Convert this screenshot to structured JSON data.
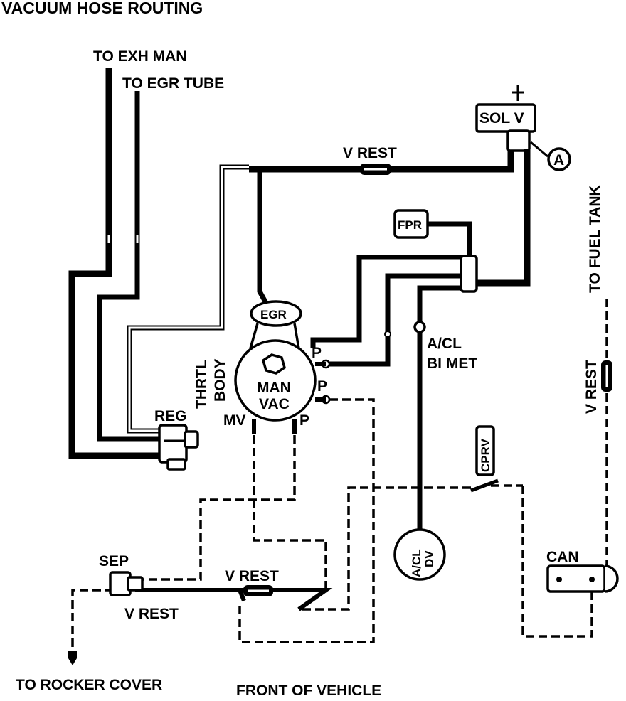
{
  "title": "VACUUM HOSE ROUTING",
  "labels": {
    "to_exh_man": "TO EXH MAN",
    "to_egr_tube": "TO EGR TUBE",
    "sol_v": "SOL V",
    "a_marker": "A",
    "v_rest_top": "V REST",
    "to_fuel_tank": "TO FUEL TANK",
    "fpr": "FPR",
    "egr": "EGR",
    "thrtl": "THRTL",
    "body": "BODY",
    "man": "MAN",
    "vac": "VAC",
    "p1": "P",
    "p2": "P",
    "p3": "P",
    "mv": "MV",
    "reg": "REG",
    "a_cl": "A/CL",
    "bi_met": "BI MET",
    "v_rest_right": "V REST",
    "cprv": "CPRV",
    "a_cl_dv_1": "A/CL",
    "a_cl_dv_2": "DV",
    "can": "CAN",
    "sep": "SEP",
    "v_rest_bottom": "V REST",
    "v_rest_left": "V REST",
    "to_rocker_cover": "TO ROCKER COVER",
    "front_of_vehicle": "FRONT OF VEHICLE"
  }
}
